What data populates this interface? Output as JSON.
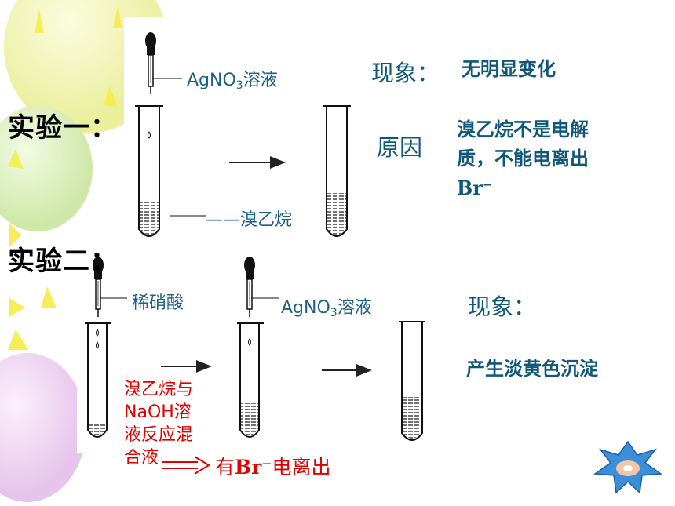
{
  "exp1": {
    "title": "实验一：",
    "reagent_label": "AgNO",
    "reagent_sub": "3",
    "reagent_suffix": "溶液",
    "sample_label": "——溴乙烷",
    "phenomenon_label": "现象：",
    "phenomenon_value": "无明显变化",
    "reason_label": "原因",
    "reason_line1": "溴乙烷不是电解",
    "reason_line2": "质，不能电离出",
    "reason_line3": "Br⁻"
  },
  "exp2": {
    "title": "实验二：",
    "acid_label": "稀硝酸",
    "reagent_label": "AgNO",
    "reagent_sub": "3",
    "reagent_suffix": "溶液",
    "mixture_line1": "溴乙烷与",
    "mixture_line2": "NaOH溶",
    "mixture_line3": "液反应混",
    "mixture_line4": "合液",
    "conclusion_prefix": "有",
    "conclusion_ion": "Br⁻",
    "conclusion_suffix": "电离出",
    "phenomenon_label": "现象：",
    "phenomenon_value": "产生淡黄色沉淀"
  },
  "icons": [
    "balloon-decoration",
    "dropper-icon",
    "test-tube-icon",
    "arrow-icon",
    "star-nav-icon"
  ],
  "colors": {
    "label_blue": "#1d5f86",
    "accent_red": "#e00000",
    "star_blue": "#3a8fd8"
  }
}
